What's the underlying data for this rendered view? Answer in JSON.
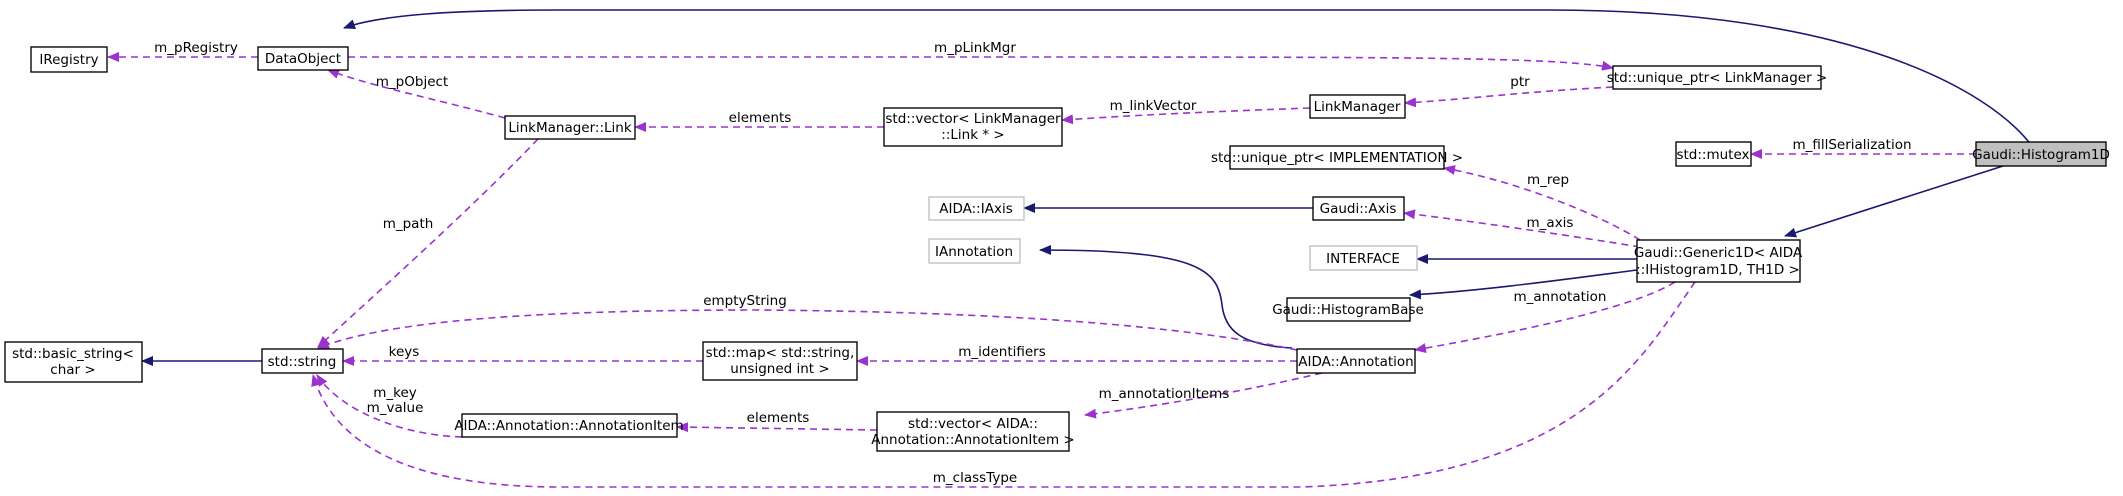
{
  "nodes": {
    "iregistry": "IRegistry",
    "dataobject": "DataObject",
    "unique_linkmgr": "std::unique_ptr< LinkManager >",
    "linkmanager": "LinkManager",
    "vector_link_1": "std::vector< LinkManager",
    "vector_link_2": "::Link * >",
    "link": "LinkManager::Link",
    "unique_impl": "std::unique_ptr< IMPLEMENTATION >",
    "mutex": "std::mutex",
    "histogram1d": "Gaudi::Histogram1D",
    "iaxis": "AIDA::IAxis",
    "axis": "Gaudi::Axis",
    "ianno": "IAnnotation",
    "interface": "INTERFACE",
    "generic1d_1": "Gaudi::Generic1D< AIDA",
    "generic1d_2": "::IHistogram1D, TH1D >",
    "histbase": "Gaudi::HistogramBase",
    "basic_string_1": "std::basic_string<",
    "basic_string_2": "char >",
    "string": "std::string",
    "map_1": "std::map< std::string,",
    "map_2": "unsigned int >",
    "annotation": "AIDA::Annotation",
    "annoitem": "AIDA::Annotation::AnnotationItem",
    "vector_item_1": "std::vector< AIDA::",
    "vector_item_2": "Annotation::AnnotationItem >"
  },
  "edges": {
    "m_pRegistry": "m_pRegistry",
    "m_pLinkMgr": "m_pLinkMgr",
    "m_pObject": "m_pObject",
    "elements_link": "elements",
    "m_linkVector": "m_linkVector",
    "ptr": "ptr",
    "m_fillSerialization": "m_fillSerialization",
    "m_rep": "m_rep",
    "m_axis": "m_axis",
    "m_path": "m_path",
    "emptyString": "emptyString",
    "m_annotation": "m_annotation",
    "keys": "keys",
    "m_identifiers": "m_identifiers",
    "m_annotationItems": "m_annotationItems",
    "m_key": "m_key",
    "m_value": "m_value",
    "elements_item": "elements",
    "m_classType": "m_classType"
  },
  "colors": {
    "inheritance": "#191970",
    "usage": "#9a32cd",
    "highlight_fill": "#bfbfbf",
    "external_border": "#bfbfbf"
  }
}
